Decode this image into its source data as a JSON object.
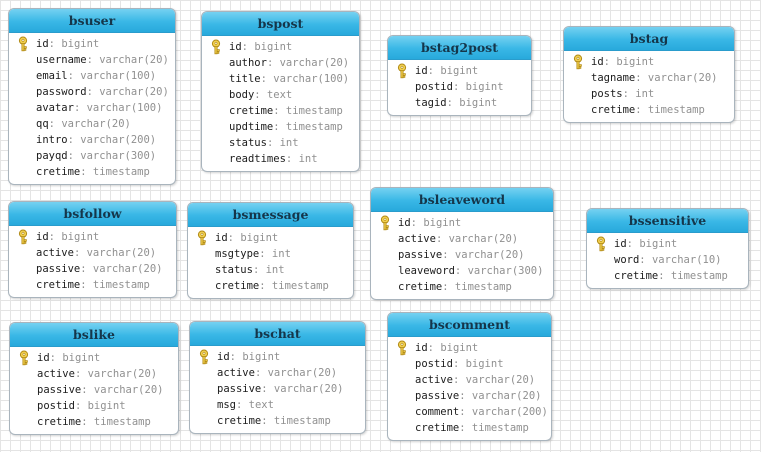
{
  "diagram": {
    "tables": [
      {
        "id": "bsuser",
        "name": "bsuser",
        "columns": [
          {
            "name": "id",
            "type": "bigint",
            "pk": true
          },
          {
            "name": "username",
            "type": "varchar(20)"
          },
          {
            "name": "email",
            "type": "varchar(100)"
          },
          {
            "name": "password",
            "type": "varchar(20)"
          },
          {
            "name": "avatar",
            "type": "varchar(100)"
          },
          {
            "name": "qq",
            "type": "varchar(20)"
          },
          {
            "name": "intro",
            "type": "varchar(200)"
          },
          {
            "name": "payqd",
            "type": "varchar(300)"
          },
          {
            "name": "cretime",
            "type": "timestamp"
          }
        ]
      },
      {
        "id": "bspost",
        "name": "bspost",
        "columns": [
          {
            "name": "id",
            "type": "bigint",
            "pk": true
          },
          {
            "name": "author",
            "type": "varchar(20)"
          },
          {
            "name": "title",
            "type": "varchar(100)"
          },
          {
            "name": "body",
            "type": "text"
          },
          {
            "name": "cretime",
            "type": "timestamp"
          },
          {
            "name": "updtime",
            "type": "timestamp"
          },
          {
            "name": "status",
            "type": "int"
          },
          {
            "name": "readtimes",
            "type": "int"
          }
        ]
      },
      {
        "id": "bstag2post",
        "name": "bstag2post",
        "columns": [
          {
            "name": "id",
            "type": "bigint",
            "pk": true
          },
          {
            "name": "postid",
            "type": "bigint"
          },
          {
            "name": "tagid",
            "type": "bigint"
          }
        ]
      },
      {
        "id": "bstag",
        "name": "bstag",
        "columns": [
          {
            "name": "id",
            "type": "bigint",
            "pk": true
          },
          {
            "name": "tagname",
            "type": "varchar(20)"
          },
          {
            "name": "posts",
            "type": "int"
          },
          {
            "name": "cretime",
            "type": "timestamp"
          }
        ]
      },
      {
        "id": "bsfollow",
        "name": "bsfollow",
        "columns": [
          {
            "name": "id",
            "type": "bigint",
            "pk": true
          },
          {
            "name": "active",
            "type": "varchar(20)"
          },
          {
            "name": "passive",
            "type": "varchar(20)"
          },
          {
            "name": "cretime",
            "type": "timestamp"
          }
        ]
      },
      {
        "id": "bsmessage",
        "name": "bsmessage",
        "columns": [
          {
            "name": "id",
            "type": "bigint",
            "pk": true
          },
          {
            "name": "msgtype",
            "type": "int"
          },
          {
            "name": "status",
            "type": "int"
          },
          {
            "name": "cretime",
            "type": "timestamp"
          }
        ]
      },
      {
        "id": "bsleaveword",
        "name": "bsleaveword",
        "columns": [
          {
            "name": "id",
            "type": "bigint",
            "pk": true
          },
          {
            "name": "active",
            "type": "varchar(20)"
          },
          {
            "name": "passive",
            "type": "varchar(20)"
          },
          {
            "name": "leaveword",
            "type": "varchar(300)"
          },
          {
            "name": "cretime",
            "type": "timestamp"
          }
        ]
      },
      {
        "id": "bssensitive",
        "name": "bssensitive",
        "columns": [
          {
            "name": "id",
            "type": "bigint",
            "pk": true
          },
          {
            "name": "word",
            "type": "varchar(10)"
          },
          {
            "name": "cretime",
            "type": "timestamp"
          }
        ]
      },
      {
        "id": "bslike",
        "name": "bslike",
        "columns": [
          {
            "name": "id",
            "type": "bigint",
            "pk": true
          },
          {
            "name": "active",
            "type": "varchar(20)"
          },
          {
            "name": "passive",
            "type": "varchar(20)"
          },
          {
            "name": "postid",
            "type": "bigint"
          },
          {
            "name": "cretime",
            "type": "timestamp"
          }
        ]
      },
      {
        "id": "bschat",
        "name": "bschat",
        "columns": [
          {
            "name": "id",
            "type": "bigint",
            "pk": true
          },
          {
            "name": "active",
            "type": "varchar(20)"
          },
          {
            "name": "passive",
            "type": "varchar(20)"
          },
          {
            "name": "msg",
            "type": "text"
          },
          {
            "name": "cretime",
            "type": "timestamp"
          }
        ]
      },
      {
        "id": "bscomment",
        "name": "bscomment",
        "columns": [
          {
            "name": "id",
            "type": "bigint",
            "pk": true
          },
          {
            "name": "postid",
            "type": "bigint"
          },
          {
            "name": "active",
            "type": "varchar(20)"
          },
          {
            "name": "passive",
            "type": "varchar(20)"
          },
          {
            "name": "comment",
            "type": "varchar(200)"
          },
          {
            "name": "cretime",
            "type": "timestamp"
          }
        ]
      }
    ]
  },
  "colors": {
    "header_top": "#75d1f1",
    "header_bottom": "#28a9dc",
    "header_text": "#15364a",
    "field_name": "#1b1b1b",
    "field_type": "#909090",
    "key_icon": "#e8c23a"
  },
  "icons": {
    "primary_key": "key-icon"
  }
}
